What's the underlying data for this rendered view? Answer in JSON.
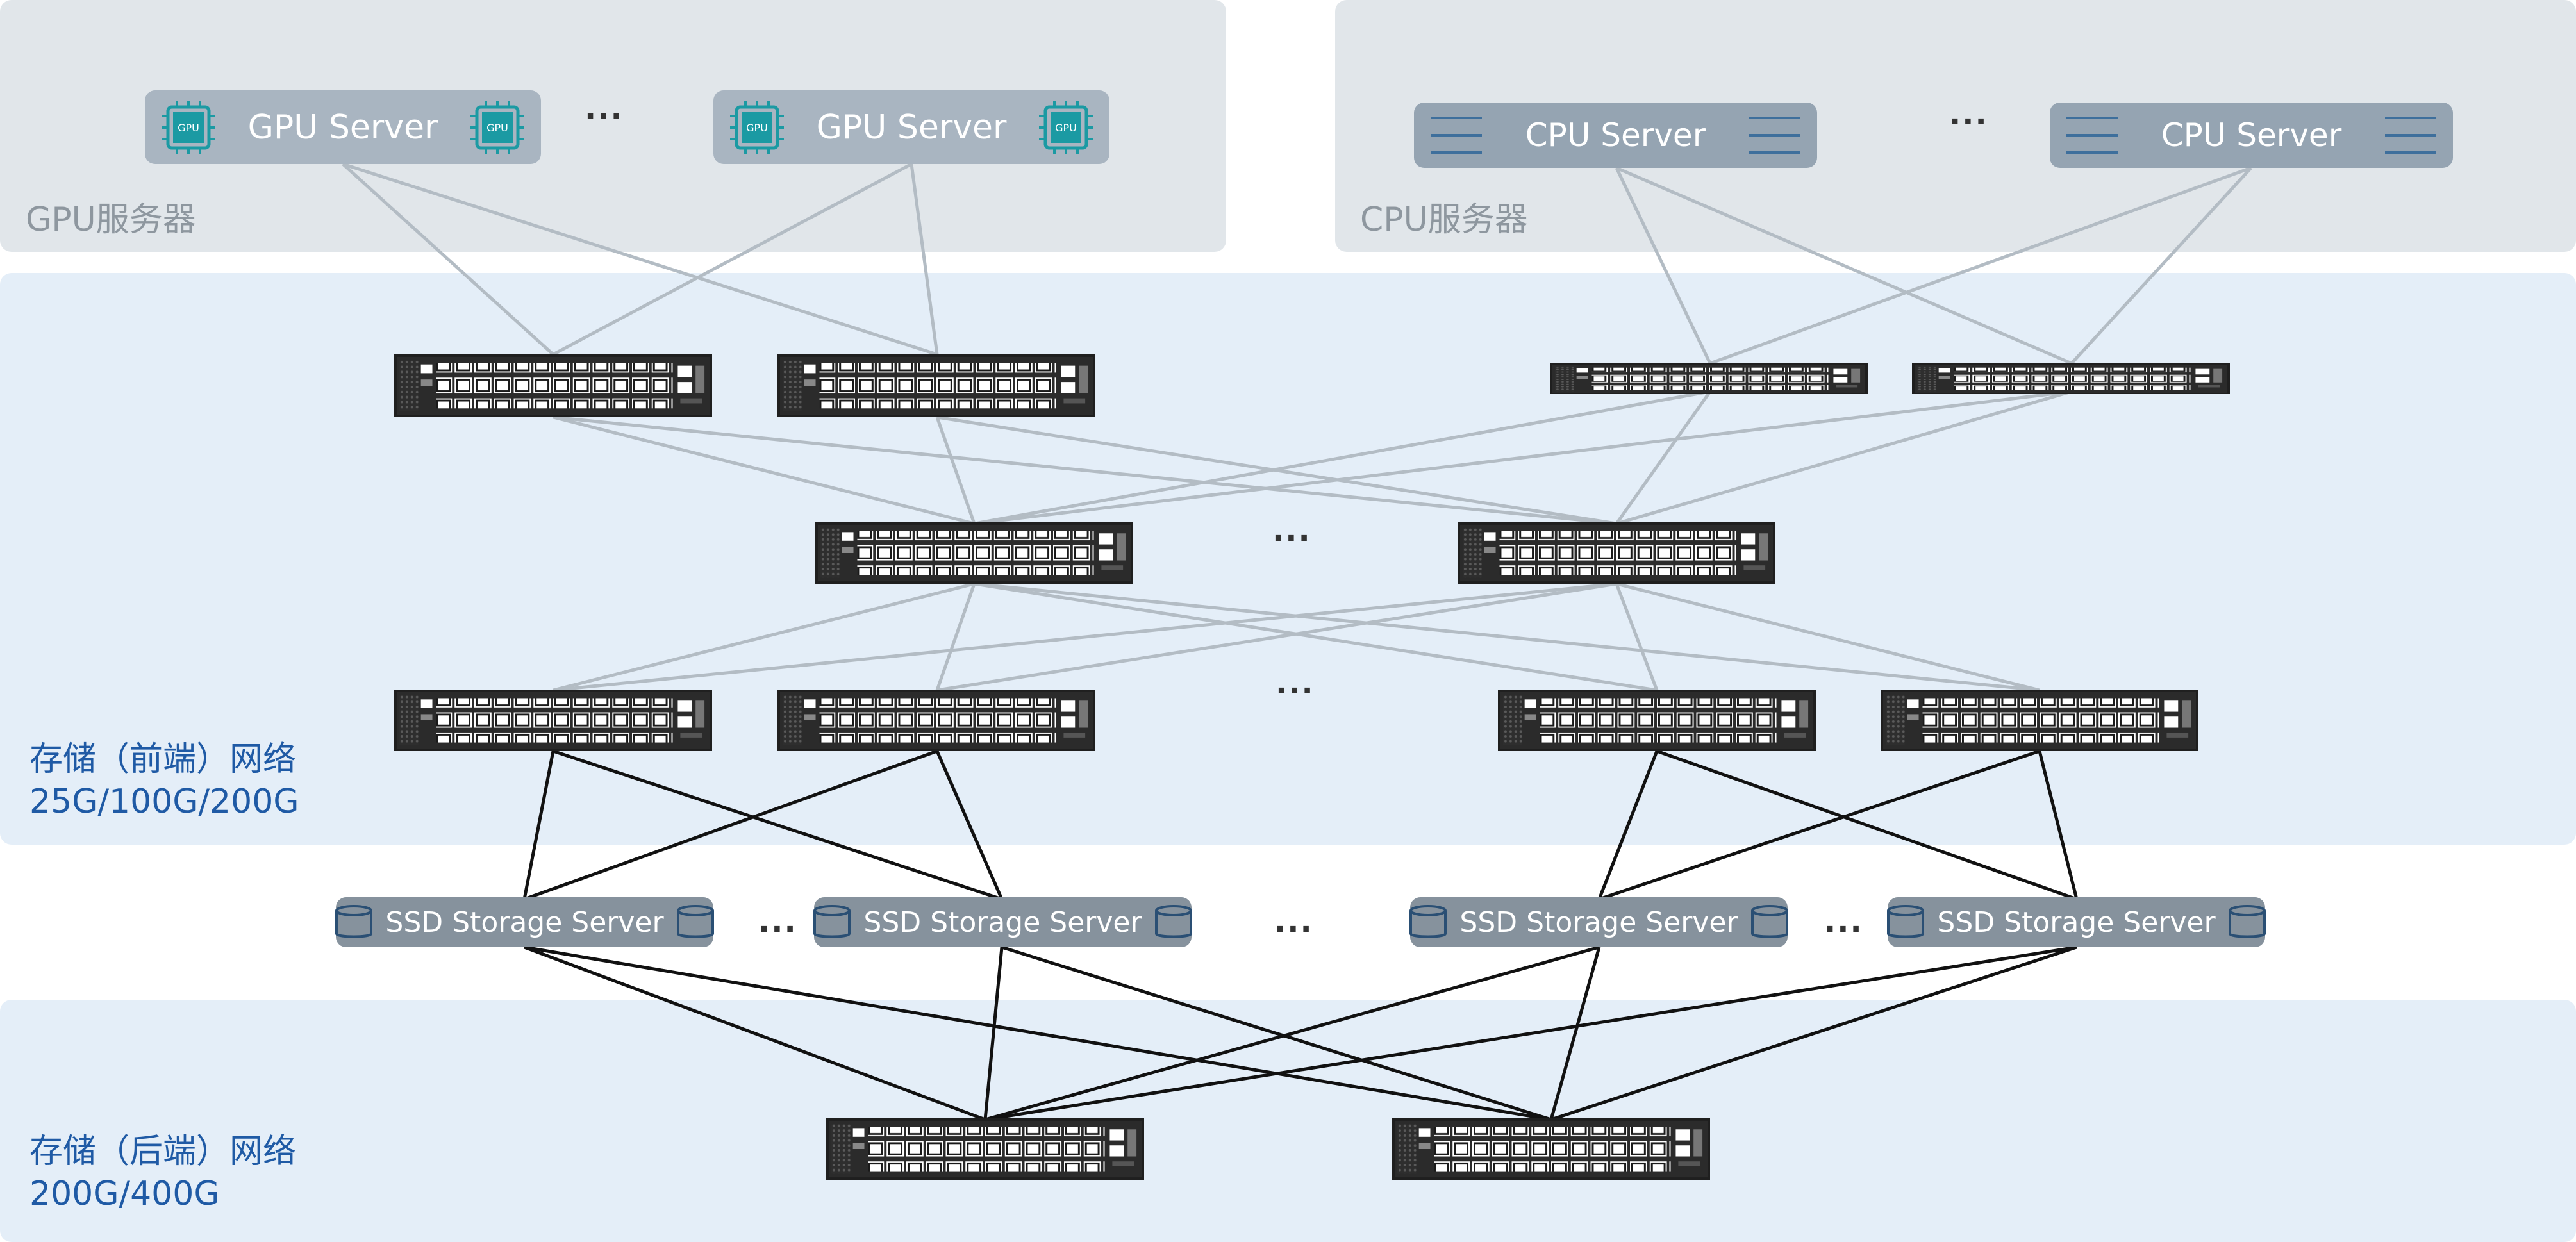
{
  "regions": {
    "gpu_label": "GPU服务器",
    "cpu_label": "CPU服务器",
    "front_network": {
      "line1": "存储（前端）网络",
      "line2": "25G/100G/200G"
    },
    "back_network": {
      "line1": "存储（后端）网络",
      "line2": "200G/400G"
    }
  },
  "gpu_servers": [
    {
      "label": "GPU Server",
      "chip_text": "GPU"
    },
    {
      "label": "GPU Server",
      "chip_text": "GPU"
    }
  ],
  "cpu_servers": [
    {
      "label": "CPU Server"
    },
    {
      "label": "CPU Server"
    }
  ],
  "ssd_servers": [
    {
      "label": "SSD Storage Server"
    },
    {
      "label": "SSD Storage Server"
    },
    {
      "label": "SSD Storage Server"
    },
    {
      "label": "SSD Storage Server"
    }
  ],
  "ellipsis": "...",
  "colors": {
    "panel_gray": "#e1e6ea",
    "panel_blue": "#e4eef8",
    "front_link": "#b3bcc4",
    "back_link": "#111111",
    "label_blue": "#1f5aa5",
    "chip_teal": "#1b9aa3"
  }
}
